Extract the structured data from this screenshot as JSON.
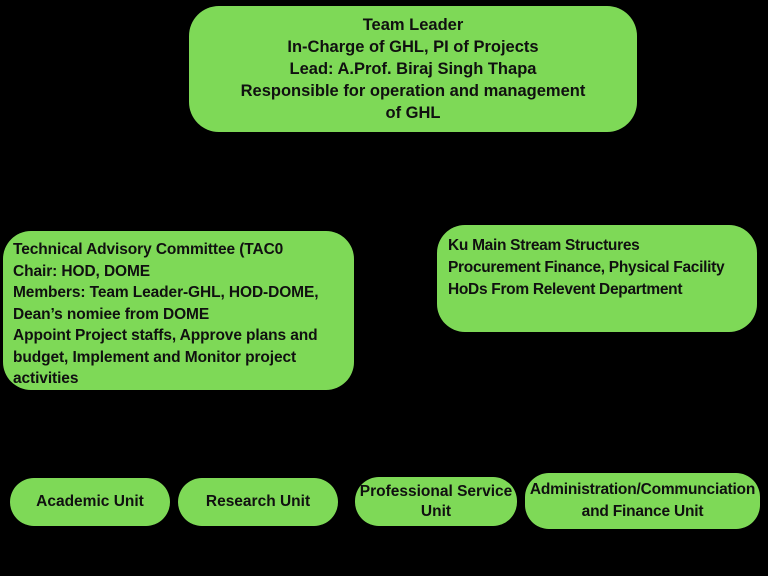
{
  "canvas": {
    "background": "#000000",
    "node_color": "#7ED957",
    "text_color": "#101010"
  },
  "org": {
    "team_leader": {
      "lines": [
        "Team Leader",
        "In-Charge of GHL, PI of Projects",
        "Lead: A.Prof. Biraj Singh Thapa",
        "Responsible for operation and management",
        "of GHL"
      ]
    },
    "tac": {
      "lines": [
        "Technical Advisory Committee (TAC0",
        "Chair: HOD, DOME",
        "Members: Team Leader-GHL, HOD-DOME,",
        "Dean’s nomiee from DOME",
        "Appoint Project staffs, Approve plans and",
        "budget, Implement and Monitor project",
        "activities"
      ]
    },
    "ku": {
      "lines": [
        "Ku Main Stream Structures",
        "Procurement Finance, Physical Facility",
        "HoDs From Relevent Department"
      ]
    },
    "units": [
      {
        "id": "academic",
        "lines": [
          "Academic Unit"
        ]
      },
      {
        "id": "research",
        "lines": [
          "Research Unit"
        ]
      },
      {
        "id": "professional-service",
        "lines": [
          "Professional Service",
          "Unit"
        ]
      },
      {
        "id": "admin-finance",
        "lines": [
          "Administration/Communciation",
          "and Finance Unit"
        ]
      }
    ]
  }
}
